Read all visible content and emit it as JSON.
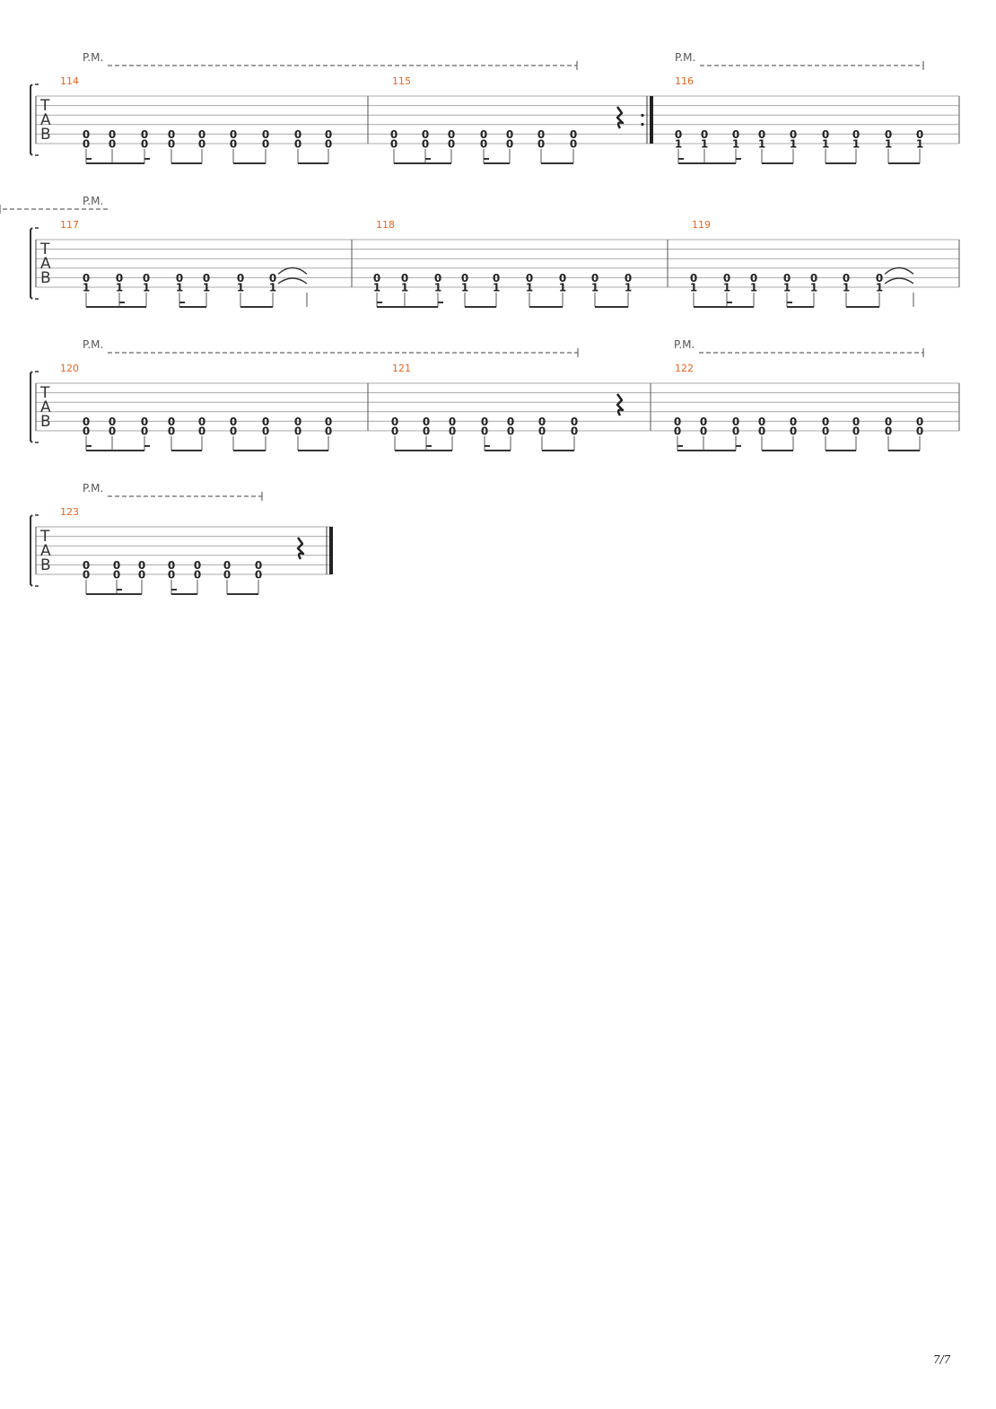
{
  "tab_label": [
    "T",
    "A",
    "B"
  ],
  "palm_mute_label": "P.M.",
  "page_number": "7/7",
  "systems": [
    {
      "palm_mutes": [
        {
          "from_measure": 0,
          "from_beat": 0,
          "to_measure": 1,
          "to_beat": 6
        },
        {
          "from_measure": 2,
          "from_beat": 0,
          "to_measure": 2,
          "to_beat": 8
        }
      ],
      "measures": [
        {
          "number": "114",
          "notes": [
            [
              "0",
              "0"
            ],
            [
              "0",
              "0"
            ],
            [
              "0",
              "0"
            ],
            [
              "0",
              "0"
            ],
            [
              "0",
              "0"
            ],
            [
              "0",
              "0"
            ],
            [
              "0",
              "0"
            ],
            [
              "0",
              "0"
            ],
            [
              "0",
              "0"
            ]
          ],
          "beam_groups": [
            [
              0,
              2
            ],
            [
              3,
              4
            ],
            [
              5,
              6
            ],
            [
              7,
              8
            ]
          ],
          "short_beams": [
            0,
            2
          ],
          "rest": false,
          "end_repeat": false,
          "final": false,
          "tie_out": false
        },
        {
          "number": "115",
          "notes": [
            [
              "0",
              "0"
            ],
            [
              "0",
              "0"
            ],
            [
              "0",
              "0"
            ],
            [
              "0",
              "0"
            ],
            [
              "0",
              "0"
            ],
            [
              "0",
              "0"
            ],
            [
              "0",
              "0"
            ]
          ],
          "beam_groups": [
            [
              0,
              2
            ],
            [
              3,
              4
            ],
            [
              5,
              6
            ]
          ],
          "short_beams": [
            1,
            3
          ],
          "rest": true,
          "end_repeat": true,
          "final": false,
          "tie_out": false
        },
        {
          "number": "116",
          "notes": [
            [
              "0",
              "1"
            ],
            [
              "0",
              "1"
            ],
            [
              "0",
              "1"
            ],
            [
              "0",
              "1"
            ],
            [
              "0",
              "1"
            ],
            [
              "0",
              "1"
            ],
            [
              "0",
              "1"
            ],
            [
              "0",
              "1"
            ],
            [
              "0",
              "1"
            ]
          ],
          "beam_groups": [
            [
              0,
              2
            ],
            [
              3,
              4
            ],
            [
              5,
              6
            ],
            [
              7,
              8
            ]
          ],
          "short_beams": [
            0,
            2
          ],
          "rest": false,
          "end_repeat": false,
          "final": false,
          "tie_out": false
        }
      ]
    },
    {
      "palm_mutes": [
        {
          "from_measure": 0,
          "from_beat": 0,
          "to_measure": 2,
          "to_beat": 7
        }
      ],
      "measures": [
        {
          "number": "117",
          "notes": [
            [
              "0",
              "1"
            ],
            [
              "0",
              "1"
            ],
            [
              "0",
              "1"
            ],
            [
              "0",
              "1"
            ],
            [
              "0",
              "1"
            ],
            [
              "0",
              "1"
            ],
            [
              "0",
              "1"
            ]
          ],
          "beam_groups": [
            [
              0,
              2
            ],
            [
              3,
              4
            ],
            [
              5,
              6
            ]
          ],
          "short_beams": [
            1,
            3
          ],
          "rest": false,
          "end_repeat": false,
          "final": false,
          "tie_out": true
        },
        {
          "number": "118",
          "notes": [
            [
              "0",
              "1"
            ],
            [
              "0",
              "1"
            ],
            [
              "0",
              "1"
            ],
            [
              "0",
              "1"
            ],
            [
              "0",
              "1"
            ],
            [
              "0",
              "1"
            ],
            [
              "0",
              "1"
            ],
            [
              "0",
              "1"
            ],
            [
              "0",
              "1"
            ]
          ],
          "beam_groups": [
            [
              0,
              2
            ],
            [
              3,
              4
            ],
            [
              5,
              6
            ],
            [
              7,
              8
            ]
          ],
          "short_beams": [
            0,
            2
          ],
          "rest": false,
          "end_repeat": false,
          "final": false,
          "tie_out": false
        },
        {
          "number": "119",
          "notes": [
            [
              "0",
              "1"
            ],
            [
              "0",
              "1"
            ],
            [
              "0",
              "1"
            ],
            [
              "0",
              "1"
            ],
            [
              "0",
              "1"
            ],
            [
              "0",
              "1"
            ],
            [
              "0",
              "1"
            ]
          ],
          "beam_groups": [
            [
              0,
              2
            ],
            [
              3,
              4
            ],
            [
              5,
              6
            ]
          ],
          "short_beams": [
            1,
            3
          ],
          "rest": false,
          "end_repeat": false,
          "final": false,
          "tie_out": true
        }
      ]
    },
    {
      "palm_mutes": [
        {
          "from_measure": 0,
          "from_beat": 0,
          "to_measure": 1,
          "to_beat": 6
        },
        {
          "from_measure": 2,
          "from_beat": 0,
          "to_measure": 2,
          "to_beat": 8
        }
      ],
      "measures": [
        {
          "number": "120",
          "notes": [
            [
              "0",
              "0"
            ],
            [
              "0",
              "0"
            ],
            [
              "0",
              "0"
            ],
            [
              "0",
              "0"
            ],
            [
              "0",
              "0"
            ],
            [
              "0",
              "0"
            ],
            [
              "0",
              "0"
            ],
            [
              "0",
              "0"
            ],
            [
              "0",
              "0"
            ]
          ],
          "beam_groups": [
            [
              0,
              2
            ],
            [
              3,
              4
            ],
            [
              5,
              6
            ],
            [
              7,
              8
            ]
          ],
          "short_beams": [
            0,
            2
          ],
          "rest": false,
          "end_repeat": false,
          "final": false,
          "tie_out": false
        },
        {
          "number": "121",
          "notes": [
            [
              "0",
              "0"
            ],
            [
              "0",
              "0"
            ],
            [
              "0",
              "0"
            ],
            [
              "0",
              "0"
            ],
            [
              "0",
              "0"
            ],
            [
              "0",
              "0"
            ],
            [
              "0",
              "0"
            ]
          ],
          "beam_groups": [
            [
              0,
              2
            ],
            [
              3,
              4
            ],
            [
              5,
              6
            ]
          ],
          "short_beams": [
            1,
            3
          ],
          "rest": true,
          "end_repeat": false,
          "final": false,
          "tie_out": false
        },
        {
          "number": "122",
          "notes": [
            [
              "0",
              "0"
            ],
            [
              "0",
              "0"
            ],
            [
              "0",
              "0"
            ],
            [
              "0",
              "0"
            ],
            [
              "0",
              "0"
            ],
            [
              "0",
              "0"
            ],
            [
              "0",
              "0"
            ],
            [
              "0",
              "0"
            ],
            [
              "0",
              "0"
            ]
          ],
          "beam_groups": [
            [
              0,
              2
            ],
            [
              3,
              4
            ],
            [
              5,
              6
            ],
            [
              7,
              8
            ]
          ],
          "short_beams": [
            0,
            2
          ],
          "rest": false,
          "end_repeat": false,
          "final": false,
          "tie_out": false
        }
      ]
    },
    {
      "palm_mutes": [
        {
          "from_measure": 0,
          "from_beat": 0,
          "to_measure": 0,
          "to_beat": 6
        }
      ],
      "measures": [
        {
          "number": "123",
          "notes": [
            [
              "0",
              "0"
            ],
            [
              "0",
              "0"
            ],
            [
              "0",
              "0"
            ],
            [
              "0",
              "0"
            ],
            [
              "0",
              "0"
            ],
            [
              "0",
              "0"
            ],
            [
              "0",
              "0"
            ]
          ],
          "beam_groups": [
            [
              0,
              2
            ],
            [
              3,
              4
            ],
            [
              5,
              6
            ]
          ],
          "short_beams": [
            1,
            3
          ],
          "rest": true,
          "end_repeat": false,
          "final": true,
          "tie_out": false
        }
      ]
    }
  ]
}
